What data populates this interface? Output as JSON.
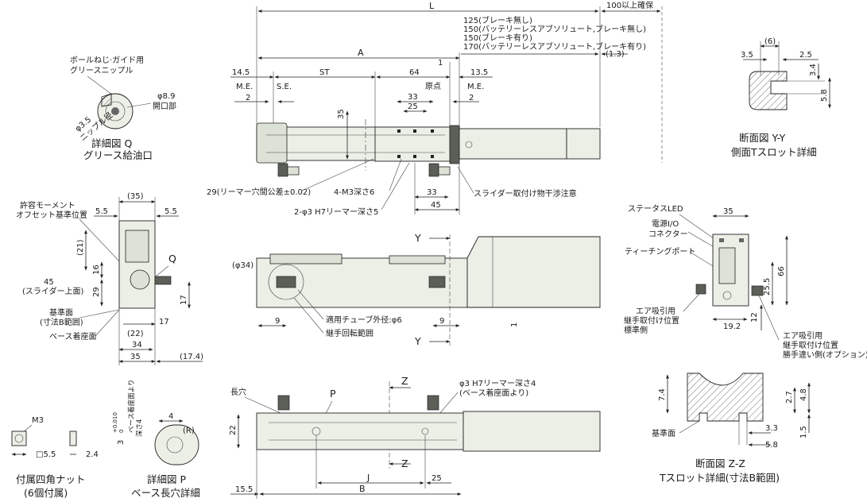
{
  "labels": {
    "L": "L",
    "secure100": "100以上確保",
    "dim125": "125(ブレーキ無し)",
    "dim150a": "150(バッテリーレスアブソリュート,ブレーキ無し)",
    "dim150b": "150(ブレーキ有り)",
    "dim170": "170(バッテリーレスアブソリュート,ブレーキ有り)",
    "dim1_3": "(1.3)",
    "A": "A",
    "d14_5": "14.5",
    "ST": "ST",
    "d64": "64",
    "d1": "1",
    "d13_5": "13.5",
    "ME": "M.E.",
    "SE": "S.E.",
    "origin": "原点",
    "ME2": "M.E.",
    "d2a": "2",
    "d2b": "2",
    "d33": "33",
    "d25": "25",
    "d35v": "35",
    "reamer29": "29(リーマー穴間公差±0.02)",
    "m3": "4-M3深さ6",
    "h7": "2-φ3 H7リーマー深さ5",
    "d33b": "33",
    "d45": "45",
    "slider": "スライダー取付け物干渉注意",
    "ball": "ボールねじ·ガイド用",
    "grease": "グリースニップル",
    "phi89": "φ8.9",
    "open": "開口部",
    "phi35": "φ3.5",
    "nipple": "ニップル径",
    "detailQ": "詳細図 Q",
    "greaseport": "グリース給油口",
    "sectionYY": "断面図 Y-Y",
    "sideT": "側面Tスロット詳細",
    "d6": "(6)",
    "d3_5": "3.5",
    "d2_5": "2.5",
    "d3_4": "3.4",
    "d5_8": "5.8",
    "moment": "許容モーメント",
    "offset": "オフセット基準位置",
    "d35p": "(35)",
    "d5_5a": "5.5",
    "d5_5b": "5.5",
    "d21": "(21)",
    "d16": "16",
    "d29": "29",
    "Q": "Q",
    "d45l": "45",
    "sliderTop": "(スライダー上面)",
    "datum": "基準面",
    "dimB": "(寸法B範囲)",
    "d17a": "17",
    "d17b": "17",
    "d22p": "(22)",
    "baseSeat": "ベース着座面",
    "d34": "34",
    "d35b": "35",
    "d17_4": "(17.4)",
    "phi34": "(φ34)",
    "tube": "適用チューブ外径:φ6",
    "joint": "継手回転範囲",
    "d9a": "9",
    "d9b": "9",
    "Y1": "Y",
    "Y2": "Y",
    "d1b": "1",
    "status": "ステータスLED",
    "power": "電源I/O",
    "connector": "コネクター",
    "teach": "ティーチングポート",
    "d35r": "35",
    "d66": "66",
    "d25_5": "25.5",
    "d12": "12",
    "d19_2": "19.2",
    "air1": "エア吸引用",
    "air2": "継手取付け位置",
    "air3": "標準側",
    "airb1": "エア吸引用",
    "airb2": "継手取付け位置",
    "airb3": "勝手違い側(オプション)",
    "longhole": "長穴",
    "P": "P",
    "Z1": "Z",
    "Z2": "Z",
    "phi3h7": "φ3 H7リーマー深さ4",
    "fromBase": "(ベース着座面より)",
    "d22": "22",
    "J": "J",
    "d25b": "25",
    "d15_5": "15.5",
    "B": "B",
    "M3": "M3",
    "sq55": "□5.5",
    "d2_4": "2.4",
    "nut1": "付属四角ナット",
    "nut2": "(6個付属)",
    "tol3": "3",
    "tolUp": "+0.010",
    "tolLo": "0",
    "baseFrom": "ベース着座面より",
    "depth4": "深さ4",
    "d4": "4",
    "R": "(R)",
    "detailP": "詳細図 P",
    "baseLong": "ベース長穴詳細",
    "d7_4": "7.4",
    "d2_7": "2.7",
    "d4_8": "4.8",
    "datum2": "基準面",
    "d3_3": "3.3",
    "d5_8b": "5.8",
    "d1_5": "1.5",
    "sectionZZ": "断面図 Z-Z",
    "tslotZZ": "Tスロット詳細(寸法B範囲)"
  }
}
